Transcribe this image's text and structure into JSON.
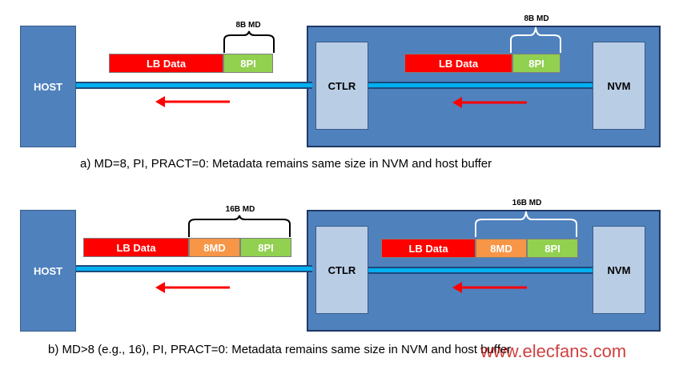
{
  "diagrams": [
    {
      "host_label": "HOST",
      "ctlr_label": "CTLR",
      "nvm_label": "NVM",
      "host_buffer": {
        "bracket_label": "8B MD",
        "segments": [
          "LB Data",
          "8PI"
        ]
      },
      "nvm_buffer": {
        "bracket_label": "8B MD",
        "segments": [
          "LB Data",
          "8PI"
        ]
      },
      "caption": "a) MD=8, PI, PRACT=0: Metadata remains same size in NVM and host buffer"
    },
    {
      "host_label": "HOST",
      "ctlr_label": "CTLR",
      "nvm_label": "NVM",
      "host_buffer": {
        "bracket_label": "16B MD",
        "segments": [
          "LB Data",
          "8MD",
          "8PI"
        ]
      },
      "nvm_buffer": {
        "bracket_label": "16B MD",
        "segments": [
          "LB Data",
          "8MD",
          "8PI"
        ]
      },
      "caption": "b) MD>8 (e.g., 16), PI, PRACT=0: Metadata remains same size in NVM and host buffer"
    }
  ],
  "watermark": "www.elecfans.com",
  "colors": {
    "box": "#4f81bd",
    "inner": "#b9cde5",
    "bus": "#00b0f0",
    "lb": "#ff0000",
    "md": "#f79646",
    "pi": "#92d050",
    "arrow": "#ff0000"
  }
}
